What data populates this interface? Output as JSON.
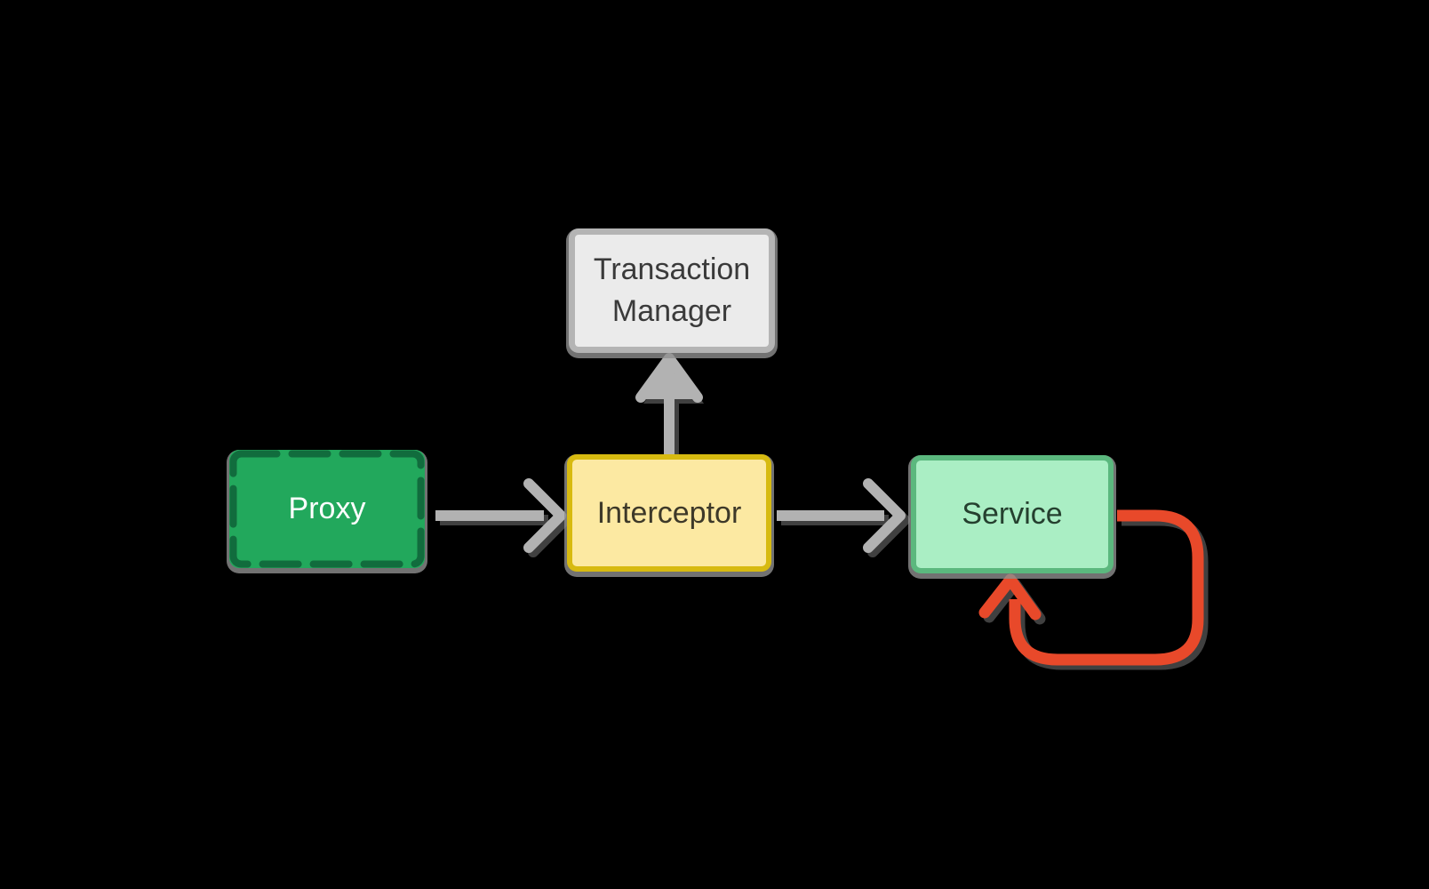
{
  "diagram": {
    "background_color": "#000000",
    "arrow_color": "#b2b2b2",
    "loop_arrow_color": "#e8492a",
    "nodes": {
      "transaction_manager": {
        "label": "Transaction Manager",
        "fill": "#ebebeb",
        "border_color": "#b4b4b4",
        "border_style": "solid",
        "text_color": "#3a3a3a"
      },
      "proxy": {
        "label": "Proxy",
        "fill": "#22a85c",
        "border_color": "#116c3d",
        "border_style": "dashed",
        "text_color": "#ffffff"
      },
      "interceptor": {
        "label": "Interceptor",
        "fill": "#fce9a2",
        "border_color": "#d7ba10",
        "border_style": "solid",
        "text_color": "#3d3929"
      },
      "service": {
        "label": "Service",
        "fill": "#aaeec4",
        "border_color": "#5bb87e",
        "border_style": "solid",
        "text_color": "#25402f"
      }
    },
    "edges": [
      {
        "from": "proxy",
        "to": "interceptor",
        "color": "#b2b2b2",
        "type": "arrow"
      },
      {
        "from": "interceptor",
        "to": "service",
        "color": "#b2b2b2",
        "type": "arrow"
      },
      {
        "from": "interceptor",
        "to": "transaction_manager",
        "color": "#b2b2b2",
        "type": "arrow"
      },
      {
        "from": "service",
        "to": "service",
        "color": "#e8492a",
        "type": "self-loop-arrow"
      }
    ]
  }
}
